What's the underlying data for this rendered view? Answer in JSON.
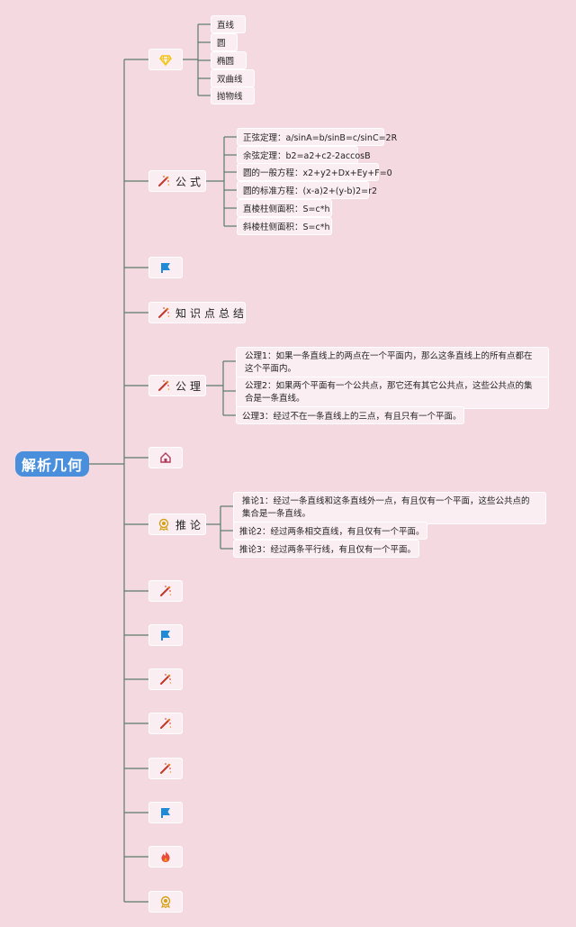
{
  "root": {
    "label": "解析几何"
  },
  "branches": [
    {
      "label": "",
      "icon": "gem-icon",
      "children": [
        "直线",
        "圆",
        "椭圆",
        "双曲线",
        "抛物线"
      ]
    },
    {
      "label": "公式",
      "icon": "magic-wand-icon",
      "children": [
        "正弦定理：a/sinA=b/sinB=c/sinC=2R",
        "余弦定理：b2=a2+c2-2accosB",
        "圆的一般方程：x2+y2+Dx+Ey+F=0",
        "圆的标准方程：(x-a)2+(y-b)2=r2",
        "直棱柱侧面积：S=c*h",
        "斜棱柱侧面积：S=c*h"
      ]
    },
    {
      "label": "",
      "icon": "flag-icon",
      "children": []
    },
    {
      "label": "知识点总结",
      "icon": "magic-wand-icon",
      "children": []
    },
    {
      "label": "公理",
      "icon": "magic-wand-icon",
      "children": [
        "公理1：如果一条直线上的两点在一个平面内，那么这条直线上的所有点都在这个平面内。",
        "公理2：如果两个平面有一个公共点，那它还有其它公共点，这些公共点的集合是一条直线。",
        "公理3：经过不在一条直线上的三点，有且只有一个平面。"
      ]
    },
    {
      "label": "",
      "icon": "house-icon",
      "children": []
    },
    {
      "label": "推论",
      "icon": "medal-icon",
      "children": [
        "推论1：经过一条直线和这条直线外一点，有且仅有一个平面，这些公共点的集合是一条直线。",
        "推论2：经过两条相交直线，有且仅有一个平面。",
        "推论3：经过两条平行线，有且仅有一个平面。"
      ]
    },
    {
      "label": "",
      "icon": "magic-wand-icon",
      "children": []
    },
    {
      "label": "",
      "icon": "flag-icon",
      "children": []
    },
    {
      "label": "",
      "icon": "magic-wand-icon",
      "children": []
    },
    {
      "label": "",
      "icon": "magic-wand-icon",
      "children": []
    },
    {
      "label": "",
      "icon": "magic-wand-icon",
      "children": []
    },
    {
      "label": "",
      "icon": "flag-icon",
      "children": []
    },
    {
      "label": "",
      "icon": "fire-icon",
      "children": []
    },
    {
      "label": "",
      "icon": "medal-icon",
      "children": []
    }
  ],
  "colors": {
    "background": "#f5d9e1",
    "root": "#4a8fdc",
    "connector": "#5b7a6a",
    "flag": "#1f8ad6",
    "wand": "#c0392b",
    "gem": "#f1c40f",
    "fire": "#e74c3c",
    "house": "#b03a5b",
    "medal": "#d4a017"
  }
}
